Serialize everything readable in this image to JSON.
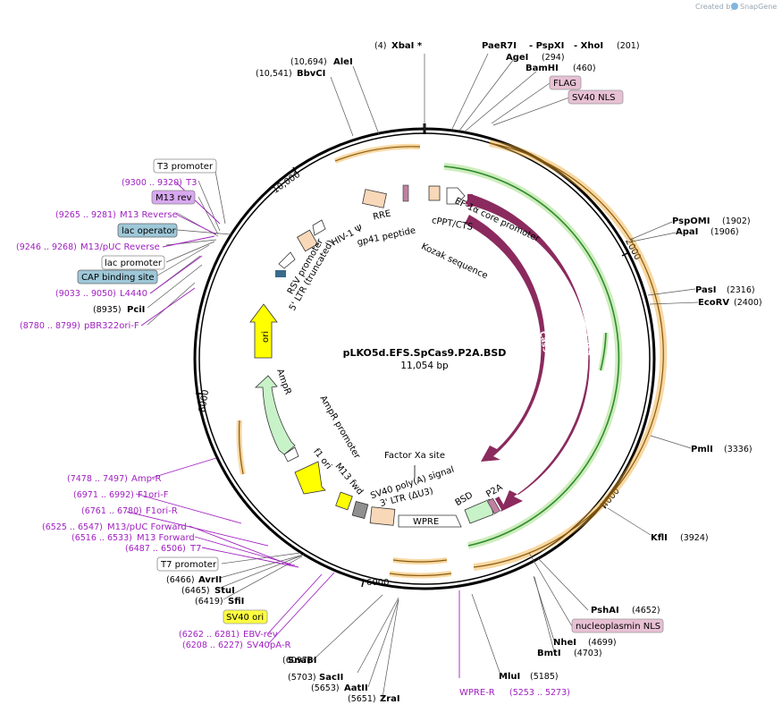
{
  "credit": "Created by",
  "credit_brand": "SnapGene",
  "plasmid": {
    "name": "pLKO5d.EFS.SpCas9.P2A.BSD",
    "size": "11,054 bp"
  },
  "ticks": [
    "2000",
    "4000",
    "6000",
    "8000",
    "10,000"
  ],
  "sites_top": [
    {
      "num": "(4)",
      "name": "XbaI *"
    },
    {
      "name": "PaeR7I",
      "name2": "- PspXI",
      "name3": "- XhoI",
      "num": "(201)"
    },
    {
      "name": "AgeI",
      "num": "(294)"
    },
    {
      "name": "BamHI",
      "num": "(460)"
    },
    {
      "num": "(10,694)",
      "name": "AleI"
    },
    {
      "num": "(10,541)",
      "name": "BbvCI"
    }
  ],
  "sites_right": [
    {
      "name": "PspOMI",
      "num": "(1902)"
    },
    {
      "name": "ApaI",
      "num": "(1906)"
    },
    {
      "name": "PasI",
      "num": "(2316)"
    },
    {
      "name": "EcoRV",
      "num": "(2400)"
    },
    {
      "name": "PmlI",
      "num": "(3336)"
    },
    {
      "name": "KflI",
      "num": "(3924)"
    },
    {
      "name": "PshAI",
      "num": "(4652)"
    },
    {
      "name": "NheI",
      "num": "(4699)"
    },
    {
      "name": "BmtI",
      "num": "(4703)"
    },
    {
      "name": "MluI",
      "num": "(5185)"
    }
  ],
  "sites_bottom": [
    {
      "num": "(5703)",
      "name": "SacII"
    },
    {
      "num": "(5653)",
      "name": "AatII"
    },
    {
      "num": "(5651)",
      "name": "ZraI"
    },
    {
      "num": "(6097)",
      "name": "SnaBI"
    },
    {
      "num": "(6466)",
      "name": "AvrII"
    },
    {
      "num": "(6465)",
      "name": "StuI"
    },
    {
      "num": "(6419)",
      "name": "SfiI"
    },
    {
      "num": "(8935)",
      "name": "PciI"
    }
  ],
  "primers_left": [
    {
      "num": "(9300 .. 9320)",
      "name": "T3"
    },
    {
      "num": "(9265 .. 9281)",
      "name": "M13 Reverse"
    },
    {
      "num": "(9246 .. 9268)",
      "name": "M13/pUC Reverse"
    },
    {
      "num": "(9033 .. 9050)",
      "name": "L4440"
    },
    {
      "num": "(8780 .. 8799)",
      "name": "pBR322ori-F"
    },
    {
      "num": "(7478 .. 7497)",
      "name": "Amp-R"
    },
    {
      "num": "(6971 .. 6992)",
      "name": "F1ori-F"
    },
    {
      "num": "(6761 .. 6780)",
      "name": "F1ori-R"
    },
    {
      "num": "(6525 .. 6547)",
      "name": "M13/pUC Forward"
    },
    {
      "num": "(6516 .. 6533)",
      "name": "M13 Forward"
    },
    {
      "num": "(6487 .. 6506)",
      "name": "T7"
    },
    {
      "num": "(6262 .. 6281)",
      "name": "EBV-rev"
    },
    {
      "num": "(6208 .. 6227)",
      "name": "SV40pA-R"
    },
    {
      "name": "WPRE-R",
      "num": "(5253 .. 5273)"
    }
  ],
  "boxed_labels": {
    "flag": "FLAG",
    "sv40nls": "SV40 NLS",
    "t3promoter": "T3 promoter",
    "m13rev": "M13 rev",
    "lacoperator": "lac operator",
    "lacpromoter": "lac promoter",
    "cap": "CAP binding site",
    "t7promoter": "T7 promoter",
    "sv40ori": "SV40 ori",
    "nucleoplasmin": "nucleoplasmin NLS"
  },
  "features": {
    "hiv": "HIV-1 Ψ",
    "rre": "RRE",
    "gp41": "gp41 peptide",
    "cppt": "cPPT/CTS",
    "ef1a": "EF-1α core promoter",
    "kozak": "Kozak sequence",
    "cas9_inner": "Cas9",
    "cas9_outer": "Cas9",
    "rsv": "RSV promoter",
    "ltr5": "5' LTR (truncated)",
    "ori": "ori",
    "ampr": "AmpR",
    "ampr_promoter": "AmpR promoter",
    "f1ori": "f1 ori",
    "m13fwd": "M13 fwd",
    "sv40polya": "SV40 poly(A) signal",
    "ltr3": "3' LTR (ΔU3)",
    "wpre": "WPRE",
    "bsd": "BSD",
    "p2a": "P2A",
    "factorxa": "Factor Xa site"
  },
  "colors": {
    "cas9": "#8b2a5e",
    "orange_arc": "#f0a830",
    "green_arc": "#2e8b2e",
    "yellow": "#ffff00",
    "ampr_fill": "#c8f2c8",
    "peach": "#f8d8b8",
    "primer": "#a020c0"
  }
}
